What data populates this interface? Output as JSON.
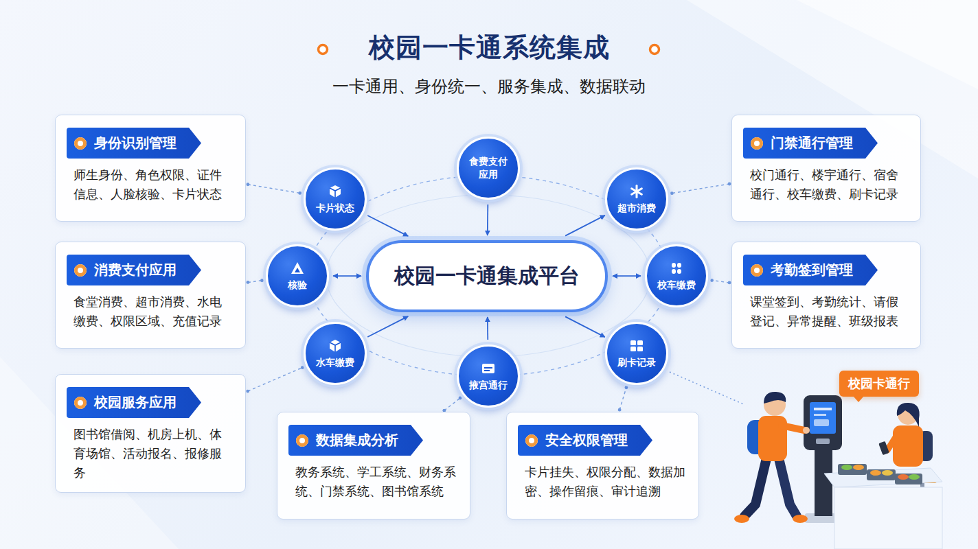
{
  "diagram": {
    "title": "校园一卡通系统集成",
    "nodes": [
      {
        "text": [
          "身份识别管理",
          "师生身份、角色权限、证件信息、人脸核验、卡片状态"
        ]
      },
      {
        "text": [
          "卡片状态"
        ]
      },
      {
        "text": [
          "食费支付应用"
        ]
      },
      {
        "text": [
          "超市消费"
        ]
      },
      {
        "text": [
          "门禁通行管理",
          "校门通行、楼宇通行、宿舍通行、校车缴费、刷卡记录"
        ]
      },
      {
        "text": [
          "消费支付应用",
          "食堂消费、超市消费、水电缴费、权限区域、充值记录"
        ]
      },
      {
        "text": [
          "核验"
        ]
      },
      {
        "text": [
          "校园一卡通集成平台"
        ]
      },
      {
        "text": [
          "校车缴费"
        ]
      },
      {
        "text": [
          "考勤签到管理",
          "课堂签到、考勤统计、请假登记、异常提醒、班级报表"
        ]
      },
      {
        "text": [
          "水车缴费"
        ]
      },
      {
        "text": [
          "掖宫通行"
        ]
      },
      {
        "text": [
          "刷卡记录"
        ]
      },
      {
        "text": [
          "校园服务应用",
          "图书馆借阅、机房上机、体育场馆、活动报名、报修服务"
        ]
      },
      {
        "text": [
          "数据集成分析",
          "教务系统、学工系统、财务系统、门禁系统、图书馆系统"
        ]
      },
      {
        "text": [
          "安全权限管理",
          "卡片挂失、权限分配、数据加密、操作留痕、审计追溯"
        ]
      },
      {
        "text": [
          "校园卡通行"
        ]
      }
    ],
    "edges": [
      {
        "from": 1,
        "to": 7,
        "arrow": "to"
      },
      {
        "from": 2,
        "to": 7,
        "arrow": "to"
      },
      {
        "from": 7,
        "to": 3,
        "arrow": "to"
      },
      {
        "from": 6,
        "to": 7,
        "arrow": "both"
      },
      {
        "from": 7,
        "to": 8,
        "arrow": "both"
      },
      {
        "from": 10,
        "to": 7,
        "arrow": "to"
      },
      {
        "from": 11,
        "to": 7,
        "arrow": "to"
      },
      {
        "from": 7,
        "to": 12,
        "arrow": "to"
      },
      {
        "from": 0,
        "to": 1,
        "arrow": "none"
      },
      {
        "from": 5,
        "to": 6,
        "arrow": "none"
      },
      {
        "from": 13,
        "to": 10,
        "arrow": "none"
      },
      {
        "from": 14,
        "to": 11,
        "arrow": "none"
      },
      {
        "from": 15,
        "to": 12,
        "arrow": "none"
      },
      {
        "from": 4,
        "to": 3,
        "arrow": "none"
      },
      {
        "from": 9,
        "to": 8,
        "arrow": "none"
      }
    ],
    "labels": [
      "一卡通用、身份统一、服务集成、数据联动"
    ]
  }
}
